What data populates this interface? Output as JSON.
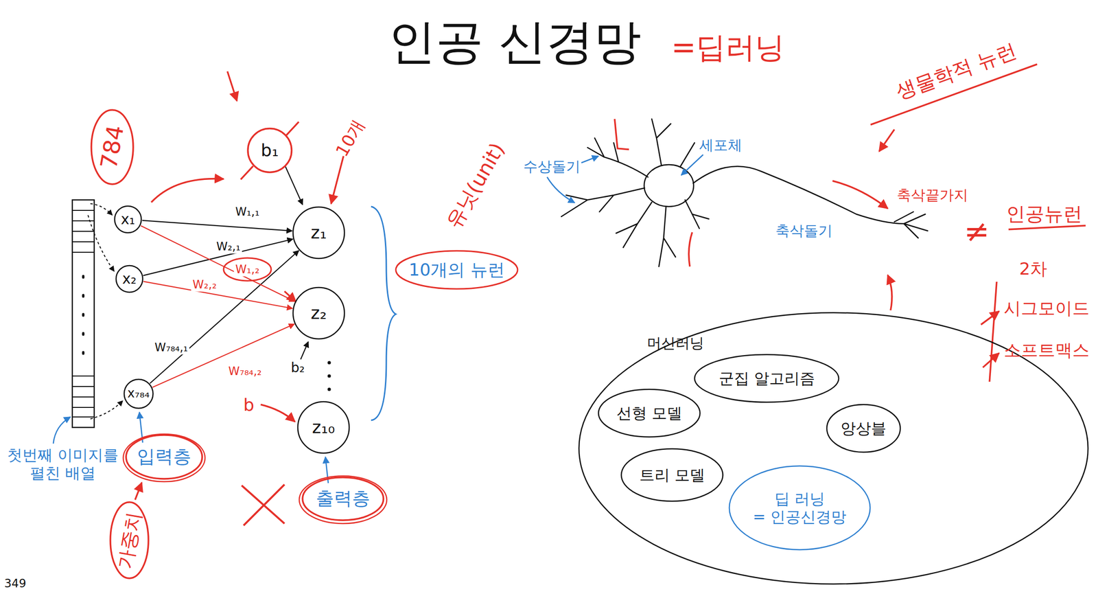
{
  "diagram": {
    "title": "인공 신경망",
    "nodes": [
      {
        "text": [
          "x₁"
        ]
      },
      {
        "text": [
          "x₂"
        ]
      },
      {
        "text": [
          "x₇₈₄"
        ]
      },
      {
        "text": [
          "z₁"
        ]
      },
      {
        "text": [
          "z₂"
        ]
      },
      {
        "text": [
          "z₁₀"
        ]
      },
      {
        "text": [
          "머신러닝"
        ]
      },
      {
        "text": [
          "군집 알고리즘"
        ],
        "in": 6
      },
      {
        "text": [
          "선형 모델"
        ],
        "in": 6
      },
      {
        "text": [
          "앙상블"
        ],
        "in": 6
      },
      {
        "text": [
          "트리 모델"
        ],
        "in": 6
      },
      {
        "text": [
          "딥 러닝",
          "= 인공신경망"
        ],
        "in": 6
      }
    ],
    "edges": [
      {
        "from": 0,
        "to": 3,
        "label": "W₁,₁",
        "arrow": "to"
      },
      {
        "from": 1,
        "to": 3,
        "label": "W₂,₁",
        "arrow": "to"
      },
      {
        "from": 2,
        "to": 3,
        "label": "W₇₈₄,₁",
        "arrow": "to"
      },
      {
        "from": 0,
        "to": 4,
        "label": "W₁,₂",
        "arrow": "to"
      },
      {
        "from": 1,
        "to": 4,
        "label": "W₂,₂",
        "arrow": "to"
      },
      {
        "from": 2,
        "to": 4,
        "label": "W₇₈₄,₂",
        "arrow": "to"
      }
    ],
    "labels": [
      "=딥러닝",
      "784",
      "10개",
      "b₁",
      "b₂",
      "b",
      "10개의 뉴런",
      "유닛(unit)",
      "첫번째 이미지를 펼친 배열",
      "입력층",
      "출력층",
      "가중치",
      "수상돌기",
      "세포체",
      "축삭돌기",
      "축삭끝가지",
      "생물학적 뉴런",
      "≠",
      "인공뉴런",
      "2차",
      "시그모이드",
      "소프트맥스",
      "349"
    ]
  }
}
